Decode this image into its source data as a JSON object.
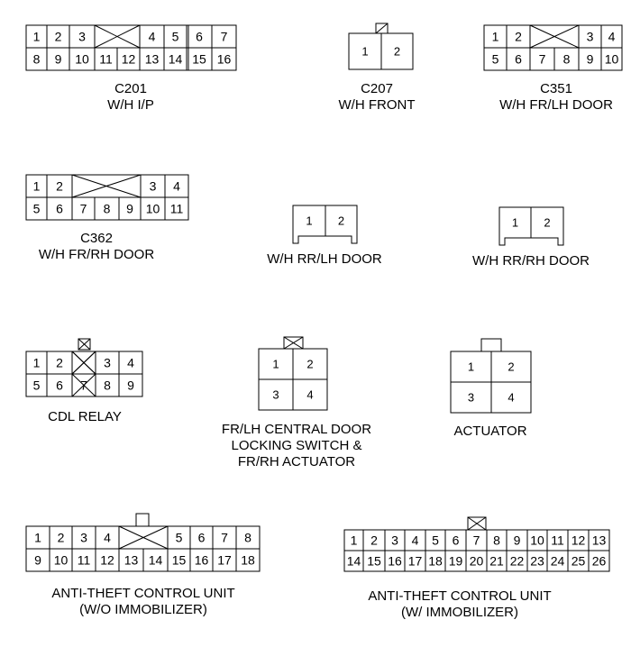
{
  "connectors": [
    {
      "id": "c201",
      "caption": [
        "C201",
        "W/H I/P"
      ],
      "rows": [
        [
          "1",
          "2",
          "3",
          "X",
          "4",
          "5",
          "6",
          "7"
        ],
        [
          "8",
          "9",
          "10",
          "11",
          "12",
          "13",
          "14",
          "15",
          "16"
        ]
      ]
    },
    {
      "id": "c207",
      "caption": [
        "C207",
        "W/H FRONT"
      ],
      "rows": [
        [
          "1",
          "2"
        ]
      ]
    },
    {
      "id": "c351",
      "caption": [
        "C351",
        "W/H FR/LH DOOR"
      ],
      "rows": [
        [
          "1",
          "2",
          "X",
          "3",
          "4"
        ],
        [
          "5",
          "6",
          "7",
          "8",
          "9",
          "10"
        ]
      ]
    },
    {
      "id": "c362",
      "caption": [
        "C362",
        "W/H FR/RH DOOR"
      ],
      "rows": [
        [
          "1",
          "2",
          "X",
          "3",
          "4"
        ],
        [
          "5",
          "6",
          "7",
          "8",
          "9",
          "10",
          "11"
        ]
      ]
    },
    {
      "id": "rr-lh-door",
      "caption": [
        "W/H RR/LH DOOR"
      ],
      "rows": [
        [
          "1",
          "2"
        ]
      ]
    },
    {
      "id": "rr-rh-door",
      "caption": [
        "W/H RR/RH DOOR"
      ],
      "rows": [
        [
          "1",
          "2"
        ]
      ]
    },
    {
      "id": "cdl-relay",
      "caption": [
        "CDL RELAY"
      ],
      "rows": [
        [
          "1",
          "2",
          "X",
          "3",
          "4"
        ],
        [
          "5",
          "6",
          "7",
          "8",
          "9"
        ]
      ]
    },
    {
      "id": "central-door-lock-switch",
      "caption": [
        "FR/LH CENTRAL DOOR",
        "LOCKING SWITCH &",
        "FR/RH ACTUATOR"
      ],
      "rows": [
        [
          "1",
          "2"
        ],
        [
          "3",
          "4"
        ]
      ]
    },
    {
      "id": "actuator",
      "caption": [
        "ACTUATOR"
      ],
      "rows": [
        [
          "1",
          "2"
        ],
        [
          "3",
          "4"
        ]
      ]
    },
    {
      "id": "anti-theft-wo",
      "caption": [
        "ANTI-THEFT CONTROL UNIT",
        "(W/O IMMOBILIZER)"
      ],
      "rows": [
        [
          "1",
          "2",
          "3",
          "4",
          "X",
          "5",
          "6",
          "7",
          "8"
        ],
        [
          "9",
          "10",
          "11",
          "12",
          "13",
          "14",
          "15",
          "16",
          "17",
          "18"
        ]
      ]
    },
    {
      "id": "anti-theft-w",
      "caption": [
        "ANTI-THEFT CONTROL UNIT",
        "(W/ IMMOBILIZER)"
      ],
      "rows": [
        [
          "1",
          "2",
          "3",
          "4",
          "5",
          "6",
          "7",
          "8",
          "9",
          "10",
          "11",
          "12",
          "13"
        ],
        [
          "14",
          "15",
          "16",
          "17",
          "18",
          "19",
          "20",
          "21",
          "22",
          "23",
          "24",
          "25",
          "26"
        ]
      ]
    }
  ]
}
